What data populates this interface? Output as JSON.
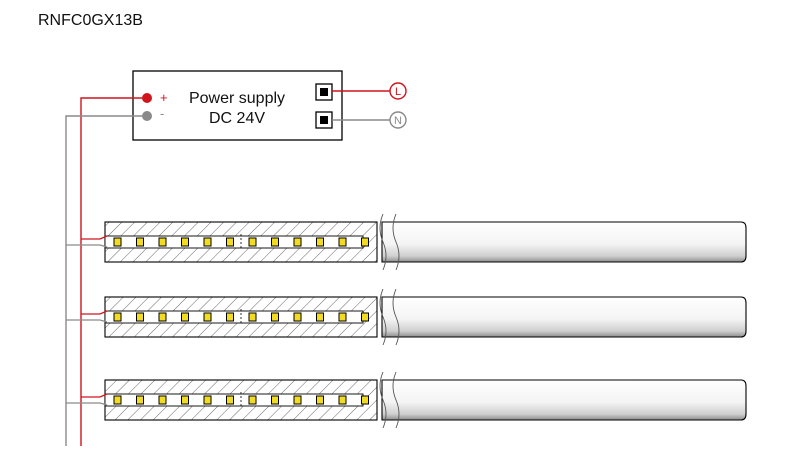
{
  "title": "RNFC0GX13B",
  "power_supply": {
    "label_line1": "Power supply",
    "label_line2": "DC 24V",
    "plus": "+",
    "minus": "-",
    "live": "L",
    "neutral": "N"
  },
  "strips": [
    {
      "leds": 12
    },
    {
      "leds": 12
    },
    {
      "leds": 12
    }
  ],
  "colors": {
    "positive_wire": "#d0141c",
    "negative_wire": "#8a8a8a",
    "outline": "#000000",
    "led": "#f2dc22",
    "hatch": "#6a6a6a"
  }
}
